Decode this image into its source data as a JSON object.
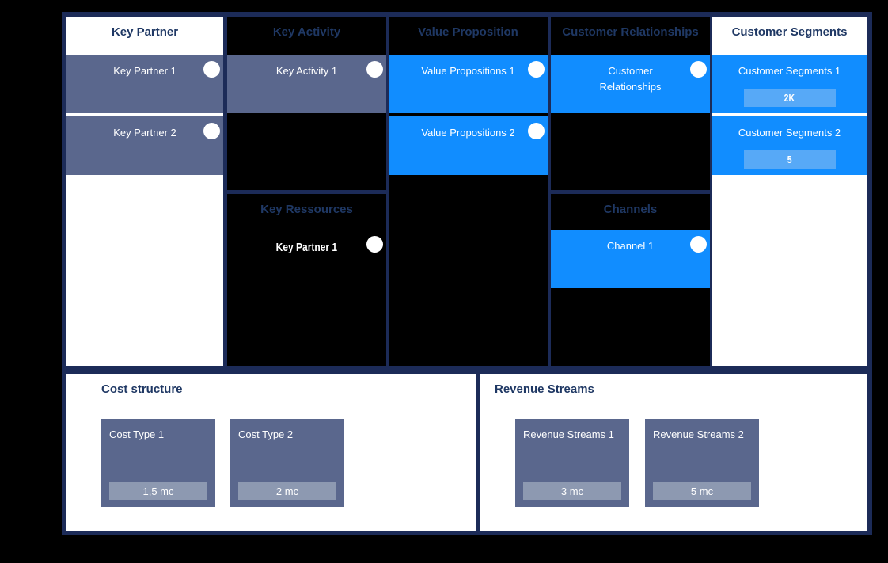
{
  "colors": {
    "page_bg": "#000000",
    "grid_bg": "#1C2B58",
    "section_dark": "#000000",
    "section_light": "#FFFFFF",
    "header_text": "#1F3864",
    "card_slate": "#5A678D",
    "card_blue": "#118DFF",
    "chip_blue": "#57A9F7",
    "chip_slate": "#8D99B1",
    "card_text": "#FFFFFF"
  },
  "icons": {
    "card_marker": "white-circle"
  },
  "sections": {
    "key_partner": {
      "title": "Key Partner",
      "cards": [
        {
          "label": "Key Partner 1"
        },
        {
          "label": "Key Partner 2"
        }
      ]
    },
    "key_activity": {
      "title": "Key Activity",
      "cards": [
        {
          "label": "Key Activity 1"
        }
      ]
    },
    "key_ressources": {
      "title": "Key Ressources",
      "cards": [
        {
          "label": "Key Partner 1"
        }
      ]
    },
    "value_proposition": {
      "title": "Value Proposition",
      "cards": [
        {
          "label": "Value Propositions 1"
        },
        {
          "label": "Value Propositions 2"
        }
      ]
    },
    "customer_relationships": {
      "title": "Customer Relationships",
      "cards": [
        {
          "label": "Customer Relationships"
        }
      ]
    },
    "channels": {
      "title": "Channels",
      "cards": [
        {
          "label": "Channel 1"
        }
      ]
    },
    "customer_segments": {
      "title": "Customer Segments",
      "cards": [
        {
          "label": "Customer Segments 1",
          "value": "2K"
        },
        {
          "label": "Customer Segments 2",
          "value": "5"
        }
      ]
    },
    "cost_structure": {
      "title": "Cost structure",
      "cards": [
        {
          "label": "Cost Type 1",
          "value": "1,5 mc"
        },
        {
          "label": "Cost Type 2",
          "value": "2 mc"
        }
      ]
    },
    "revenue_streams": {
      "title": "Revenue Streams",
      "cards": [
        {
          "label": "Revenue Streams 1",
          "value": "3 mc"
        },
        {
          "label": "Revenue Streams 2",
          "value": "5 mc"
        }
      ]
    }
  }
}
